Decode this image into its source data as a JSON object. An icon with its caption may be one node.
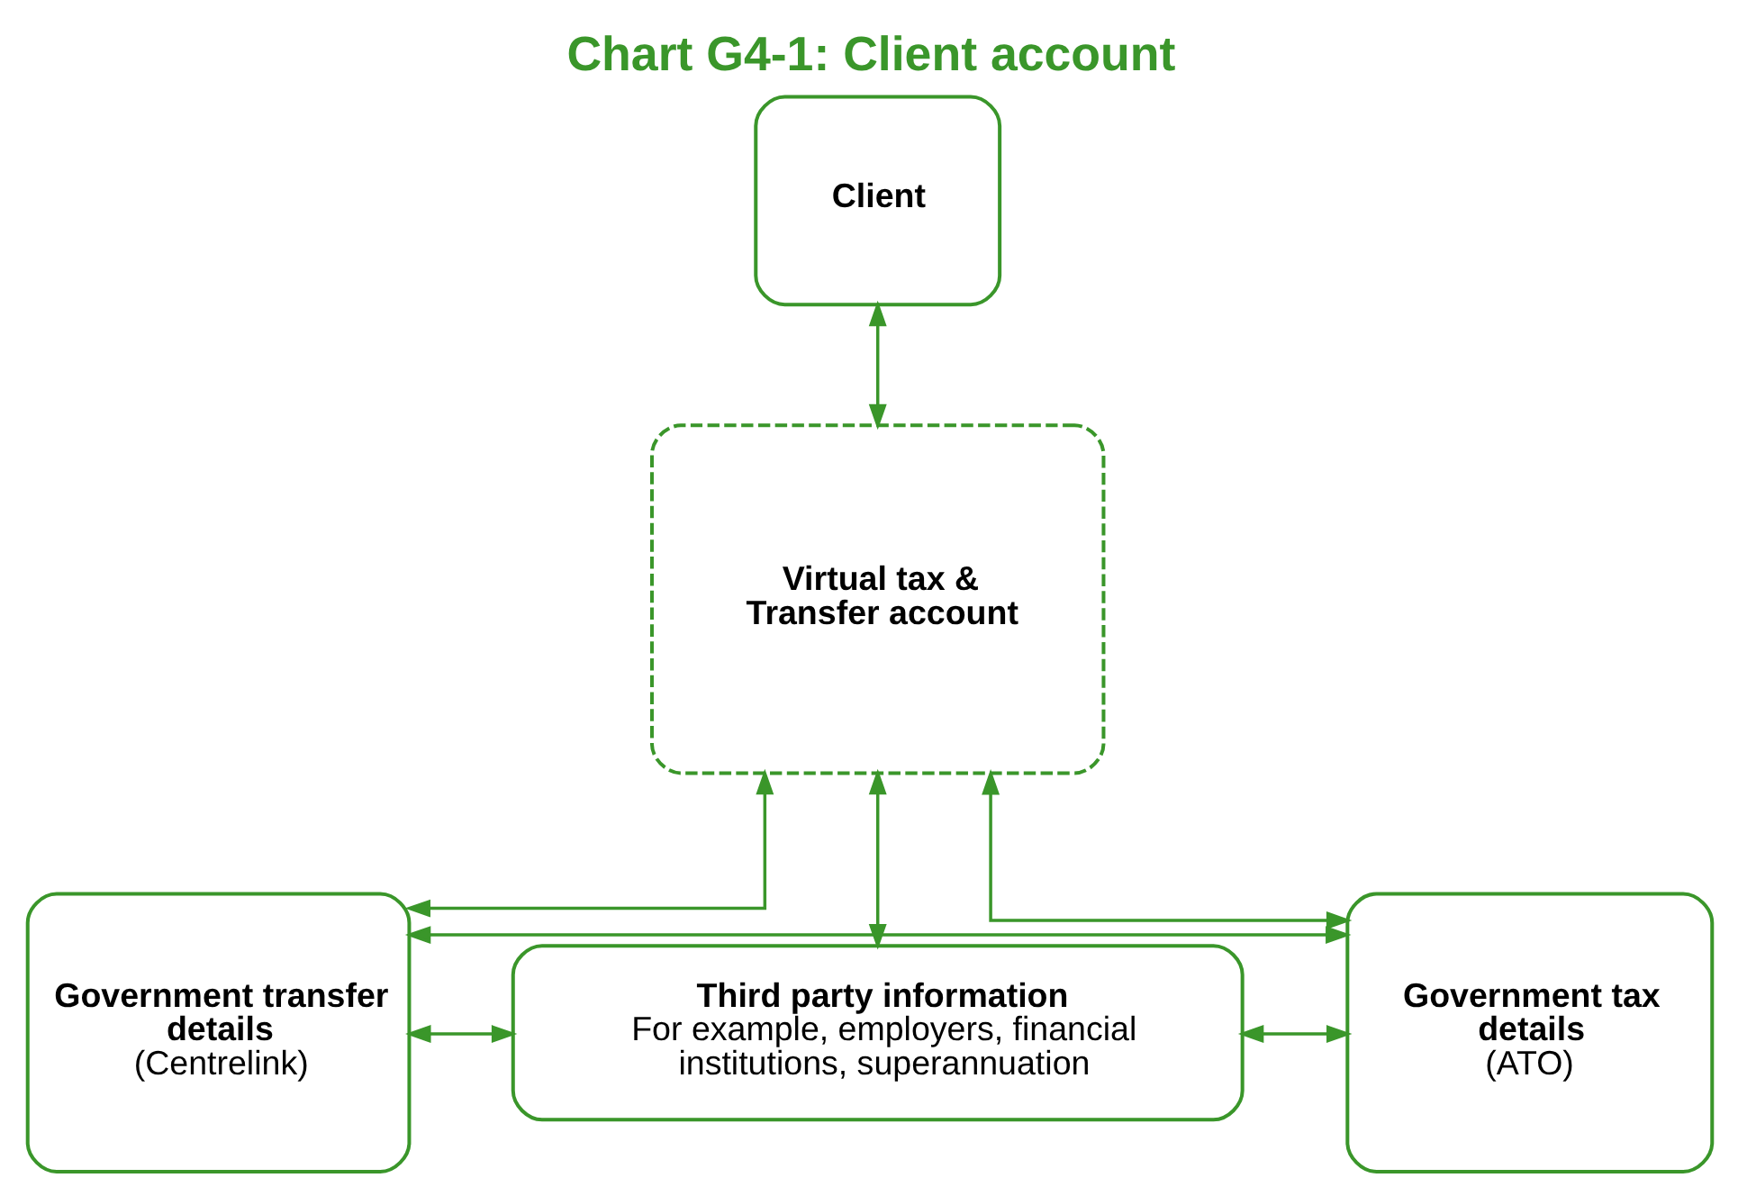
{
  "diagram": {
    "title": "Chart G4-1: Client account",
    "nodes": [
      {
        "text": [
          "Client"
        ]
      },
      {
        "text": [
          "Virtual tax & Transfer account"
        ]
      },
      {
        "text": [
          "Government transfer details",
          "(Centrelink)"
        ]
      },
      {
        "text": [
          "Third party information",
          "For example, employers, financial institutions, superannuation"
        ]
      },
      {
        "text": [
          "Government tax details",
          "(ATO)"
        ]
      }
    ],
    "edges": [
      {
        "from": 0,
        "to": 1,
        "arrow": "both"
      },
      {
        "from": 1,
        "to": 2,
        "arrow": "both"
      },
      {
        "from": 1,
        "to": 3,
        "arrow": "both"
      },
      {
        "from": 1,
        "to": 4,
        "arrow": "both"
      },
      {
        "from": 2,
        "to": 3,
        "arrow": "both"
      },
      {
        "from": 3,
        "to": 4,
        "arrow": "both"
      },
      {
        "from": 2,
        "to": 4,
        "arrow": "both"
      }
    ]
  }
}
